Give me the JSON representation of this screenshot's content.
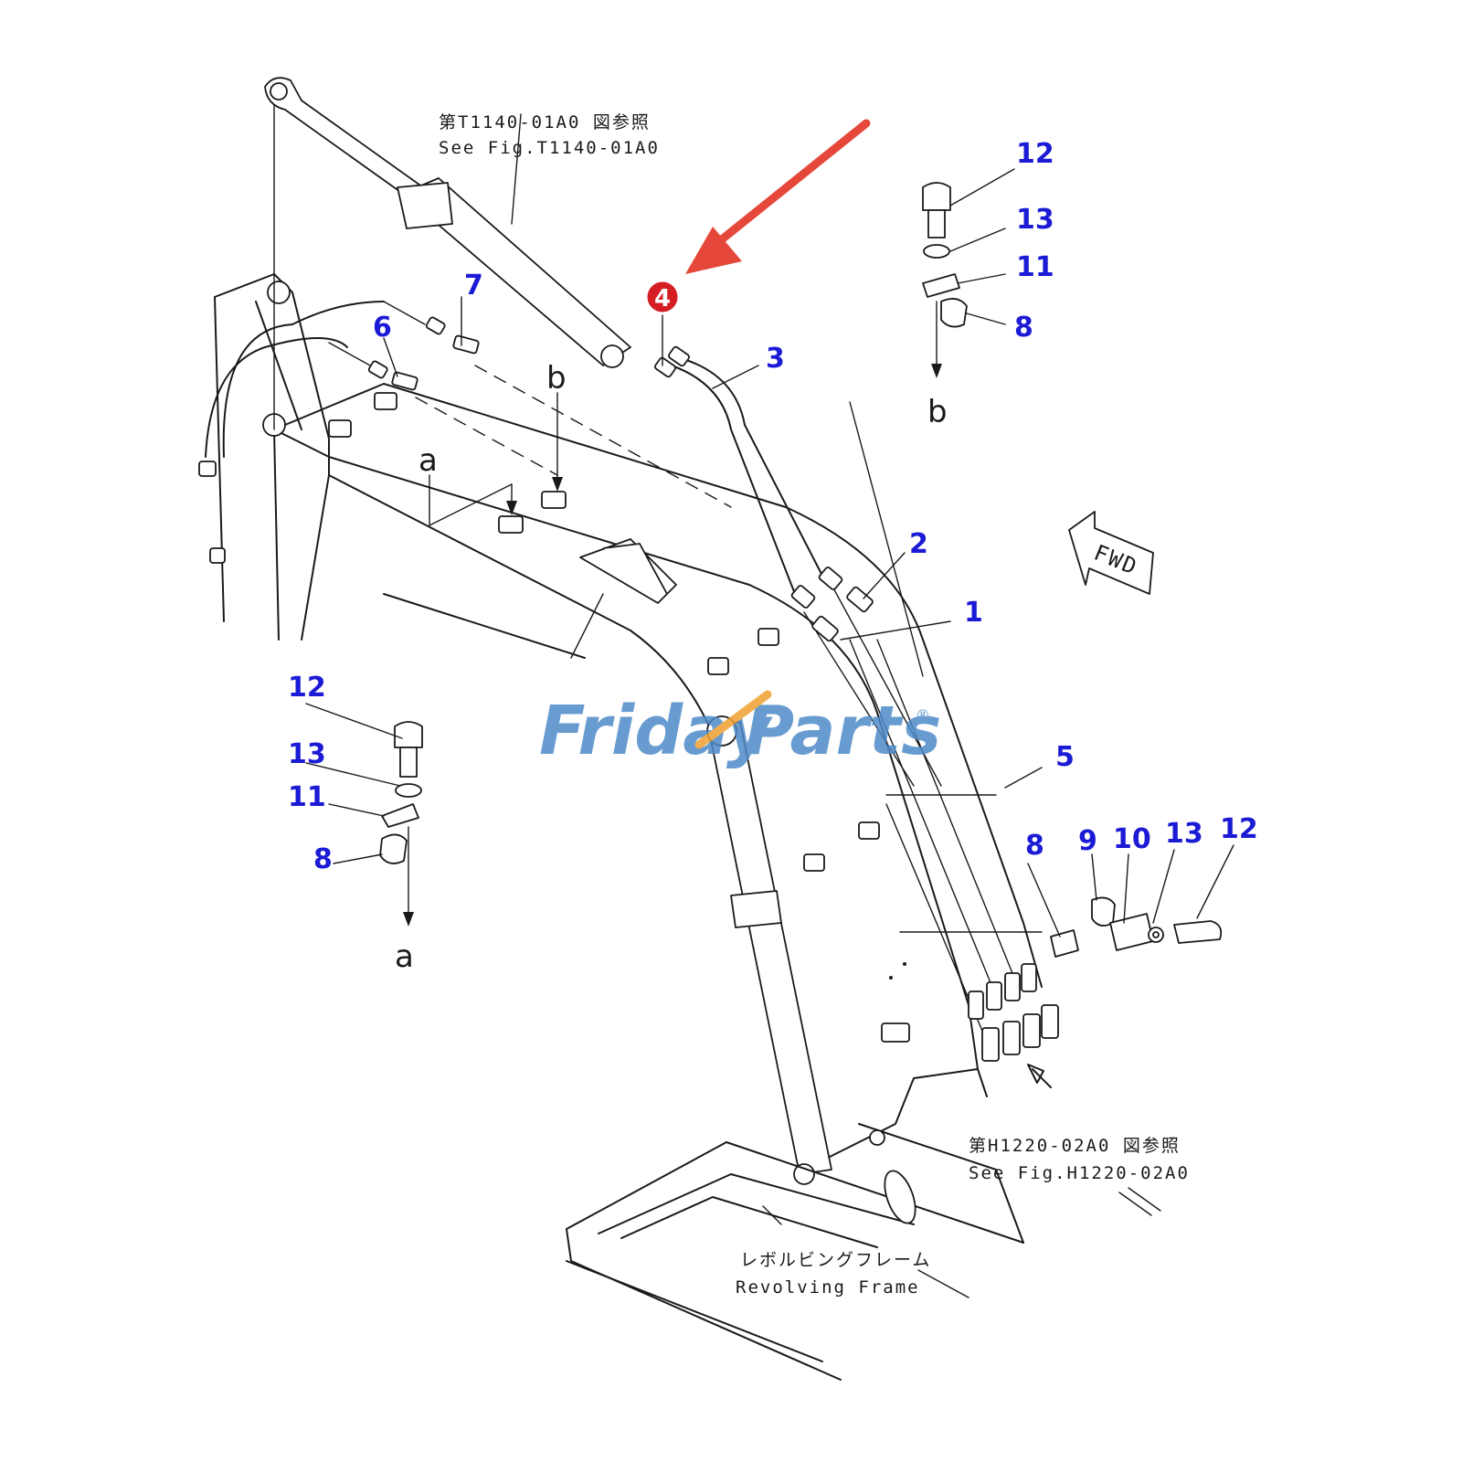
{
  "colors": {
    "callout": "#1b1bd6",
    "highlight_arrow": "#e5483a",
    "highlight_badge": "#d51e24",
    "watermark_blue": "#4e8bc9",
    "watermark_orange": "#f0a030"
  },
  "highlight": {
    "part": "4"
  },
  "callouts": [
    {
      "id": "c12-top",
      "label": "12"
    },
    {
      "id": "c13-top",
      "label": "13"
    },
    {
      "id": "c11-top",
      "label": "11"
    },
    {
      "id": "c8-top",
      "label": "8"
    },
    {
      "id": "c7",
      "label": "7"
    },
    {
      "id": "c6",
      "label": "6"
    },
    {
      "id": "c3",
      "label": "3"
    },
    {
      "id": "c2",
      "label": "2"
    },
    {
      "id": "c1",
      "label": "1"
    },
    {
      "id": "c5",
      "label": "5"
    },
    {
      "id": "c12-left",
      "label": "12"
    },
    {
      "id": "c13-left",
      "label": "13"
    },
    {
      "id": "c11-left",
      "label": "11"
    },
    {
      "id": "c8-left",
      "label": "8"
    },
    {
      "id": "c8-right",
      "label": "8"
    },
    {
      "id": "c9",
      "label": "9"
    },
    {
      "id": "c10",
      "label": "10"
    },
    {
      "id": "c13-right",
      "label": "13"
    },
    {
      "id": "c12-right",
      "label": "12"
    }
  ],
  "letters": {
    "b_boom": "b",
    "b_detail": "b",
    "a_boom": "a",
    "a_detail": "a"
  },
  "notes": {
    "top_ja": "第T1140-01A0 図参照",
    "top_en": "See Fig.T1140-01A0",
    "bottom_ja": "第H1220-02A0 図参照",
    "bottom_en": "See Fig.H1220-02A0",
    "frame_ja": "レボルビングフレーム",
    "frame_en": "Revolving Frame",
    "fwd": "FWD"
  },
  "watermark": {
    "part1": "Friday",
    "part2": "Parts",
    "mark": "®"
  }
}
